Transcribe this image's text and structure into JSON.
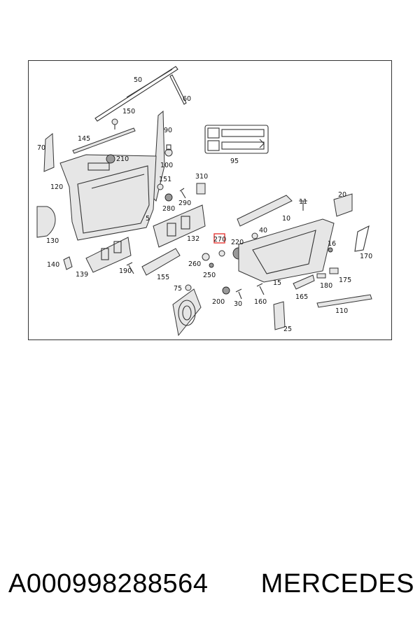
{
  "diagram": {
    "callouts": {
      "c50": "50",
      "c60": "60",
      "c150": "150",
      "c145": "145",
      "c90": "90",
      "c70": "70",
      "c210": "210",
      "c100": "100",
      "c95": "95",
      "c151": "151",
      "c310": "310",
      "c120": "120",
      "c280": "280",
      "c290": "290",
      "c20": "20",
      "c11": "11",
      "c5": "5",
      "c130": "130",
      "c132": "132",
      "c270": "270",
      "c220": "220",
      "c40": "40",
      "c10": "10",
      "c16": "16",
      "c170": "170",
      "c140": "140",
      "c139": "139",
      "c190": "190",
      "c155": "155",
      "c260": "260",
      "c250": "250",
      "c15": "15",
      "c180": "180",
      "c175": "175",
      "c75": "75",
      "c200": "200",
      "c30": "30",
      "c160": "160",
      "c165": "165",
      "c110": "110",
      "c25": "25"
    },
    "highlighted_part": "270",
    "highlight_color": "#e53935"
  },
  "caption": {
    "part_number": "A000998288564",
    "brand": "MERCEDES"
  }
}
